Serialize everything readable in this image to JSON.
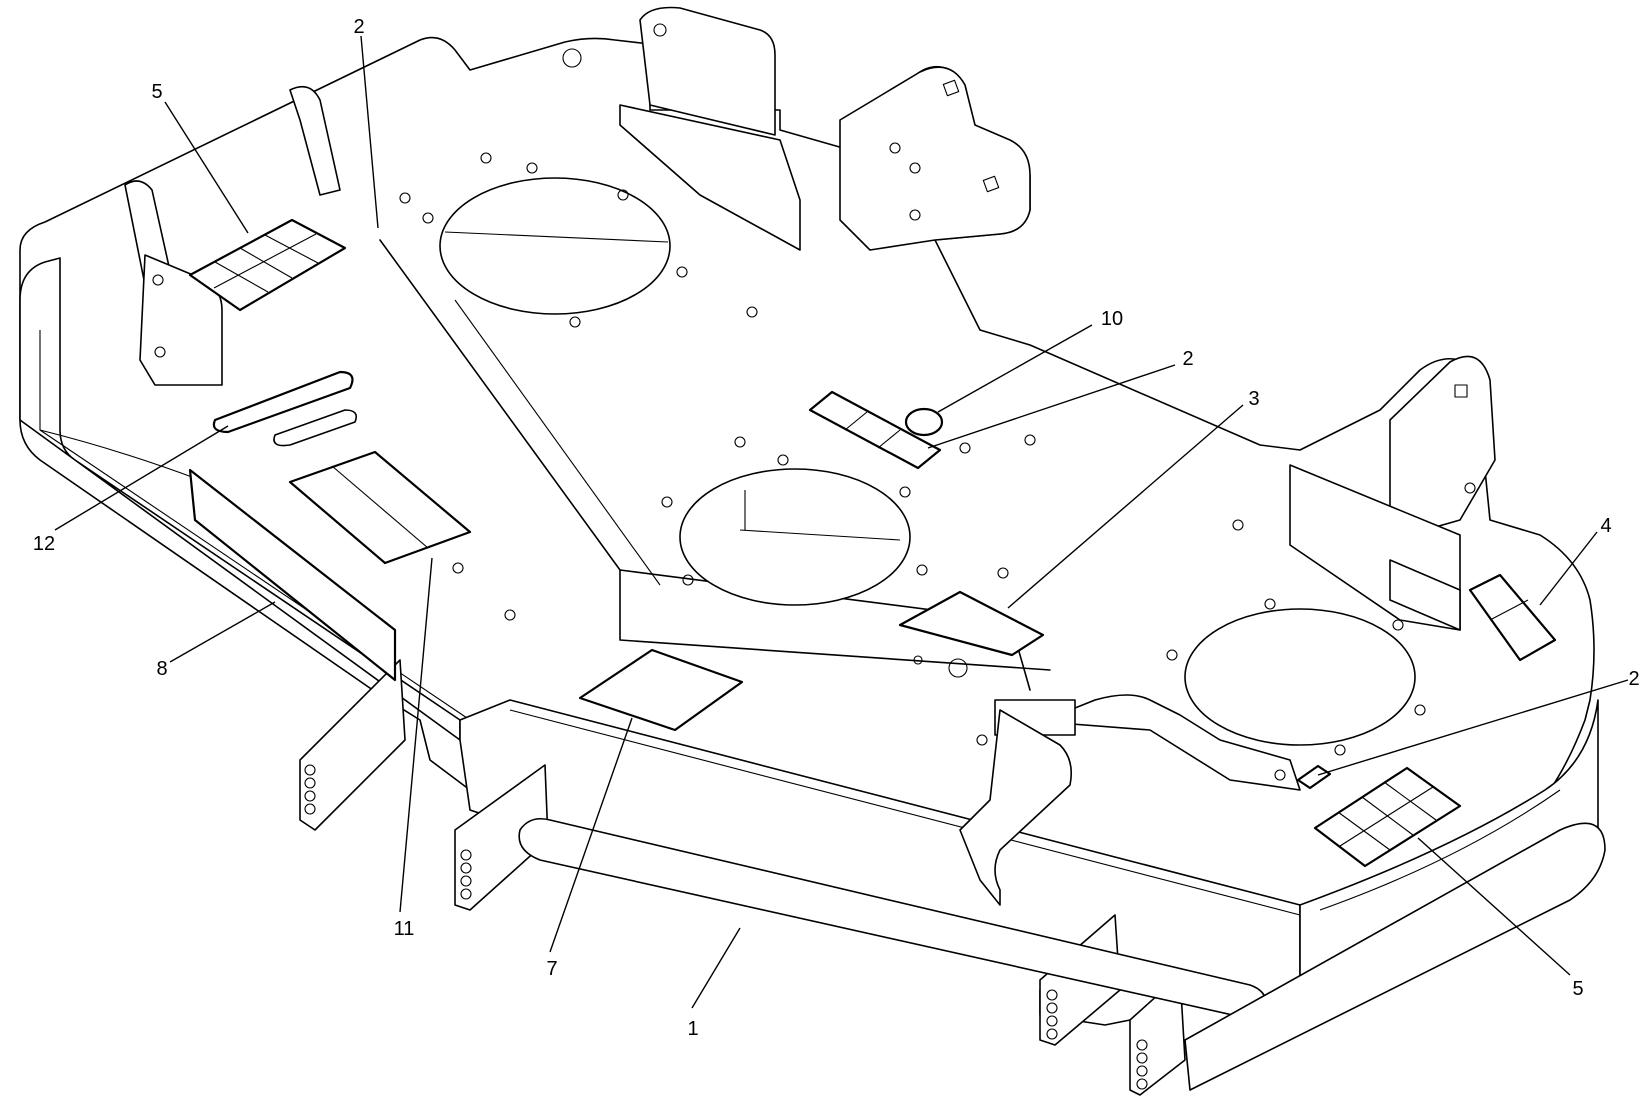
{
  "callouts": [
    {
      "id": "c1",
      "label": "1"
    },
    {
      "id": "c2a",
      "label": "2"
    },
    {
      "id": "c2b",
      "label": "2"
    },
    {
      "id": "c2c",
      "label": "2"
    },
    {
      "id": "c3",
      "label": "3"
    },
    {
      "id": "c4",
      "label": "4"
    },
    {
      "id": "c5a",
      "label": "5"
    },
    {
      "id": "c5b",
      "label": "5"
    },
    {
      "id": "c7",
      "label": "7"
    },
    {
      "id": "c8",
      "label": "8"
    },
    {
      "id": "c10",
      "label": "10"
    },
    {
      "id": "c11",
      "label": "11"
    },
    {
      "id": "c12",
      "label": "12"
    }
  ]
}
